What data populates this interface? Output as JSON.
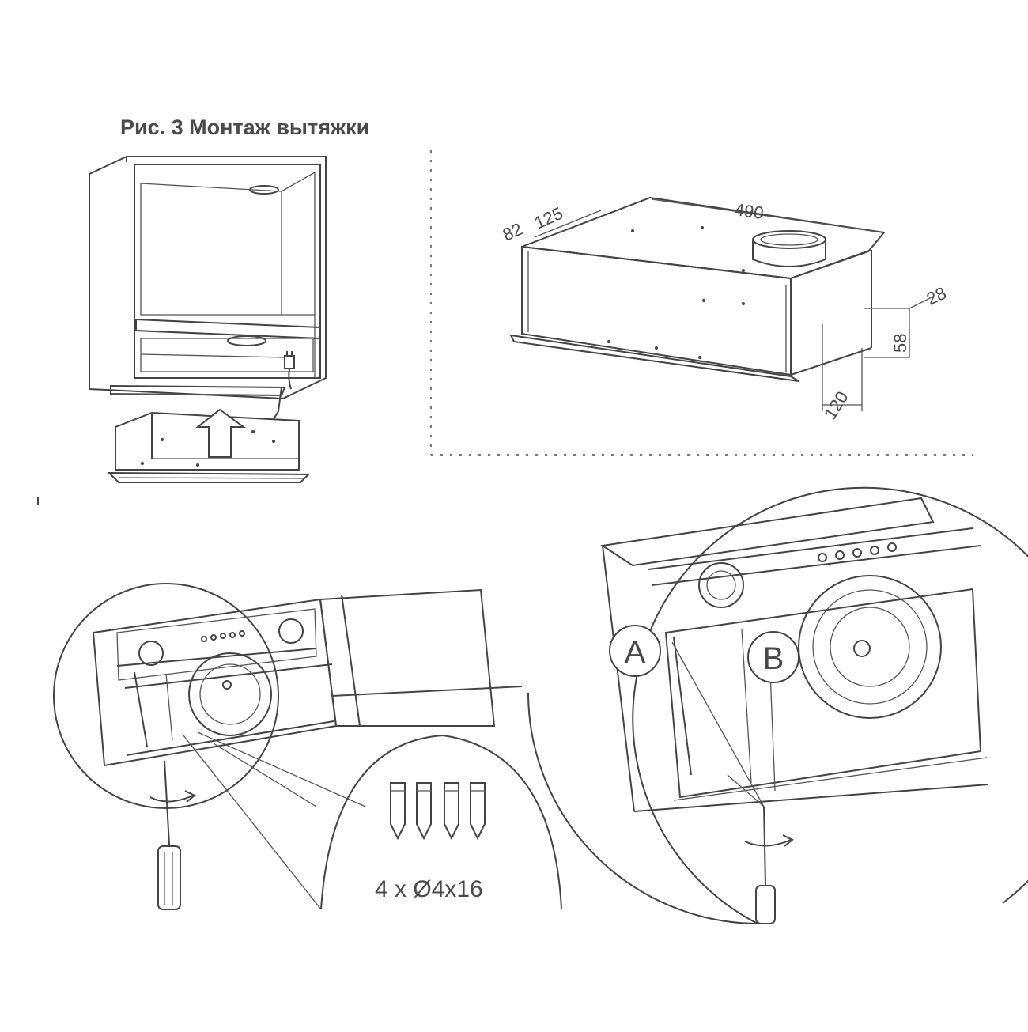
{
  "figure": {
    "title": "Рис. 3 Монтаж вытяжки"
  },
  "dimensions": {
    "depth_a": "82",
    "depth_b": "125",
    "width": "490",
    "flange": "28",
    "panel": "58",
    "body": "120"
  },
  "callouts": {
    "a": "A",
    "b": "B"
  },
  "screws": {
    "spec": "4 x Ø4x16"
  }
}
